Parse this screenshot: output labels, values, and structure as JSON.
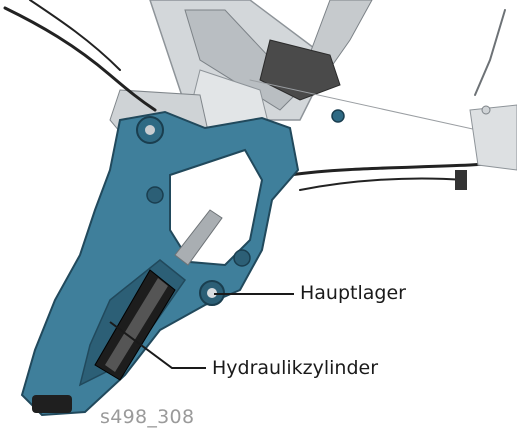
{
  "labels": {
    "main_bearing": "Hauptlager",
    "hydraulic_cylinder": "Hydraulikzylinder"
  },
  "figure_id": "s498_308",
  "colors": {
    "bracket_blue": "#3f7f9b",
    "bracket_dark": "#2c5f76",
    "frame_grey": "#c9cdd1",
    "cable_black": "#222222",
    "leader_line": "#1a1a1a",
    "figure_id_grey": "#9a9a9a"
  }
}
